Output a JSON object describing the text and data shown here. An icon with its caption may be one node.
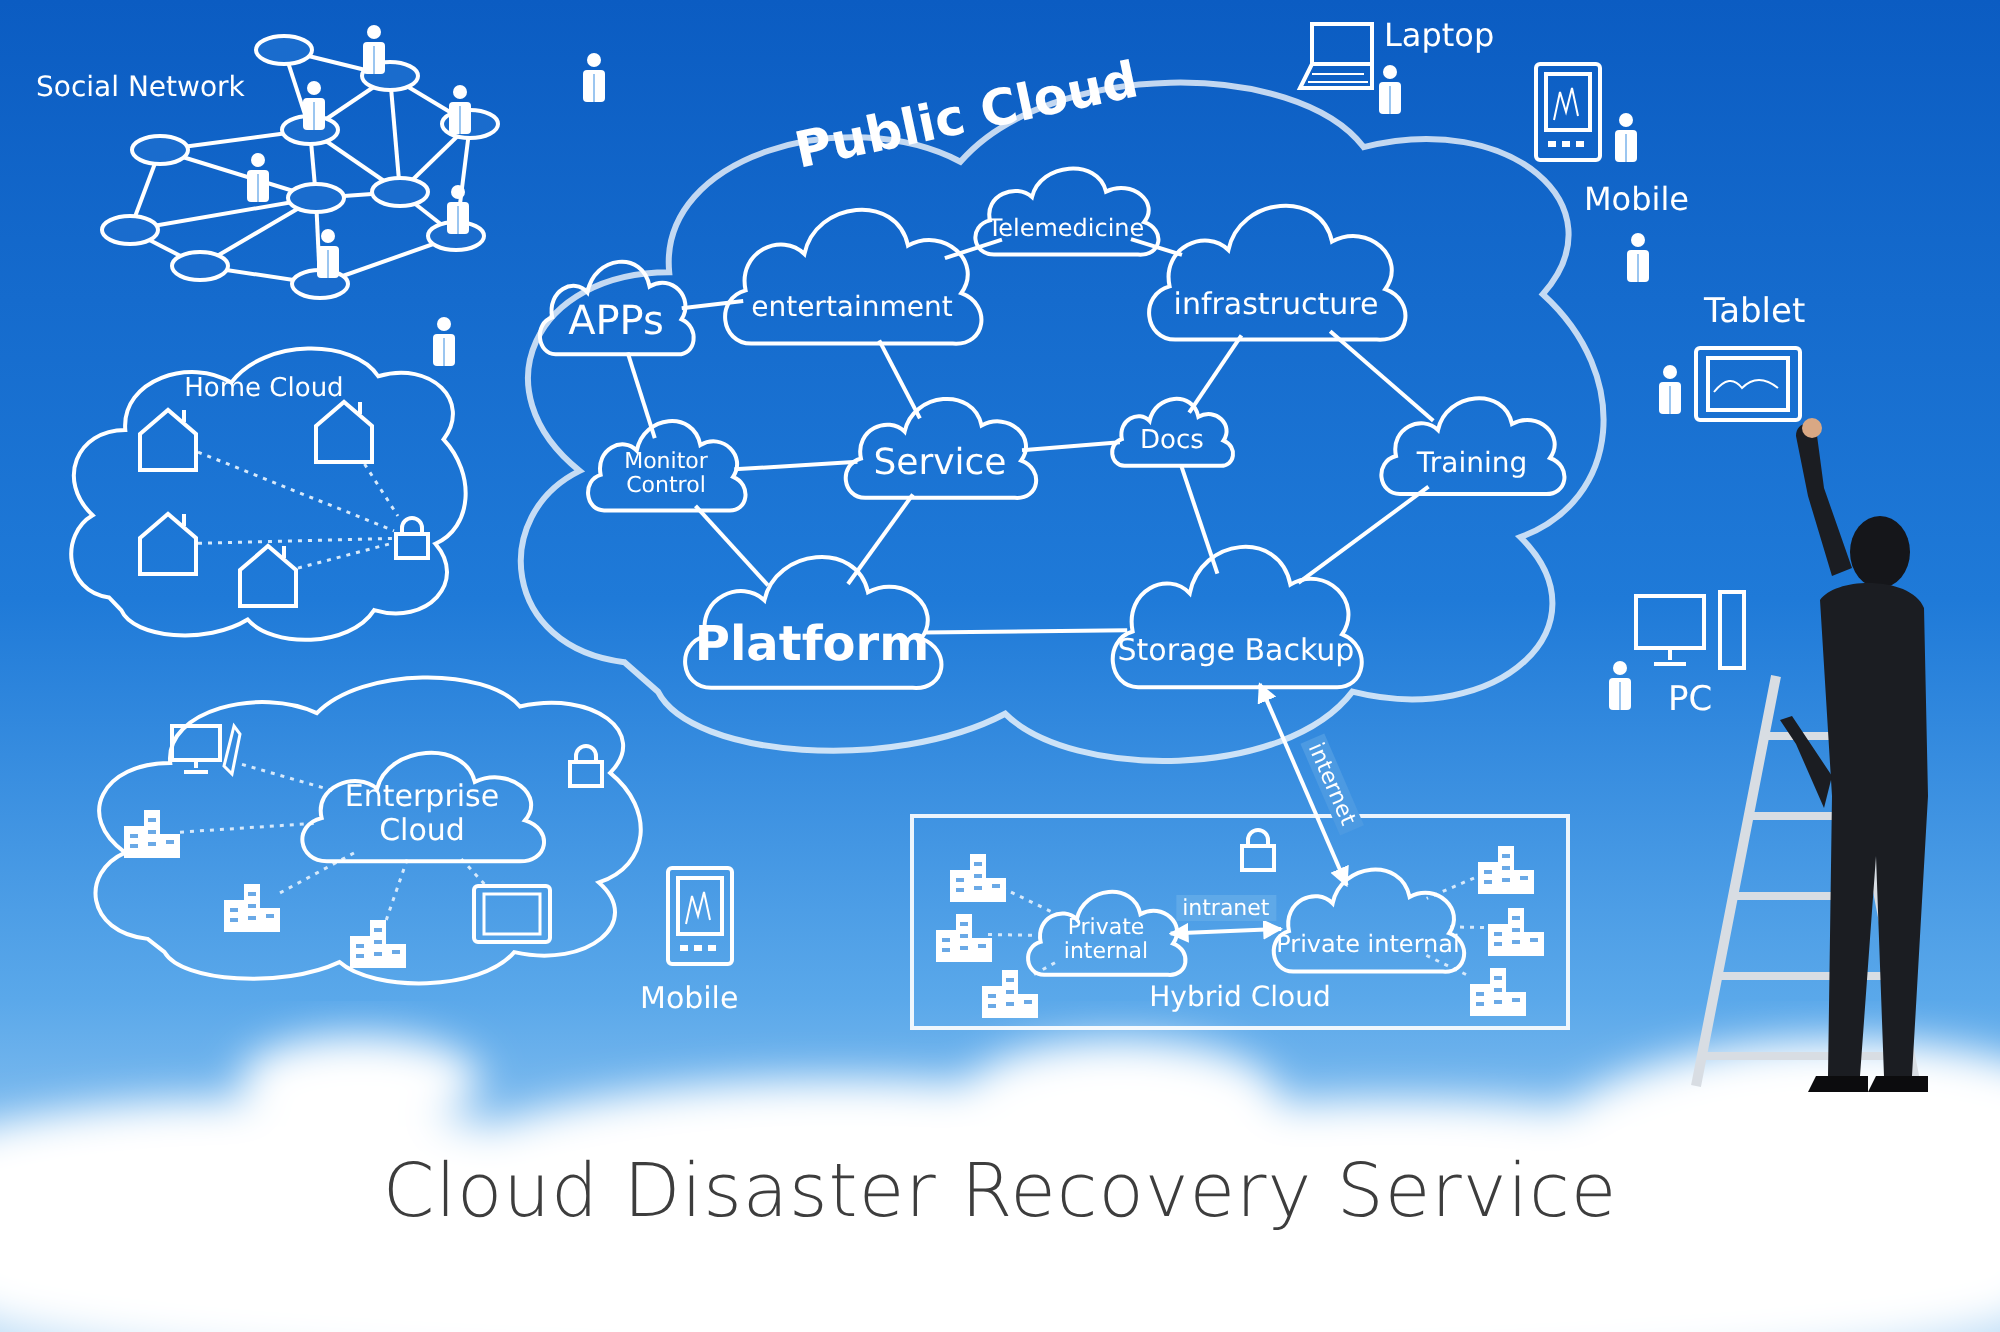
{
  "diagram": {
    "title": "Cloud Disaster Recovery Service",
    "nodes": [
      {
        "text": [
          "Public Cloud"
        ]
      },
      {
        "text": [
          "APPs"
        ],
        "in": 0
      },
      {
        "text": [
          "entertainment"
        ],
        "in": 0
      },
      {
        "text": [
          "Telemedicine"
        ],
        "in": 0
      },
      {
        "text": [
          "infrastructure"
        ],
        "in": 0
      },
      {
        "text": [
          "Monitor Control"
        ],
        "in": 0
      },
      {
        "text": [
          "Service"
        ],
        "in": 0
      },
      {
        "text": [
          "Docs"
        ],
        "in": 0
      },
      {
        "text": [
          "Training"
        ],
        "in": 0
      },
      {
        "text": [
          "Platform"
        ],
        "in": 0
      },
      {
        "text": [
          "Storage Backup"
        ],
        "in": 0
      },
      {
        "text": [
          "Home Cloud"
        ]
      },
      {
        "text": [],
        "shape": "house",
        "in": 11
      },
      {
        "text": [],
        "shape": "house",
        "in": 11
      },
      {
        "text": [],
        "shape": "house",
        "in": 11
      },
      {
        "text": [],
        "shape": "house",
        "in": 11
      },
      {
        "text": [],
        "shape": "lock",
        "in": 11
      },
      {
        "text": [],
        "shape": "cloud"
      },
      {
        "text": [
          "Enterprise Cloud"
        ],
        "in": 17
      },
      {
        "text": [],
        "shape": "computer",
        "in": 17
      },
      {
        "text": [],
        "shape": "building",
        "in": 17
      },
      {
        "text": [],
        "shape": "building",
        "in": 17
      },
      {
        "text": [],
        "shape": "building",
        "in": 17
      },
      {
        "text": [],
        "shape": "tablet",
        "in": 17
      },
      {
        "text": [
          "Hybrid Cloud"
        ]
      },
      {
        "text": [
          "Private internal"
        ],
        "in": 24
      },
      {
        "text": [
          "Private internal"
        ],
        "in": 24
      },
      {
        "text": [],
        "shape": "building",
        "in": 24
      },
      {
        "text": [],
        "shape": "building",
        "in": 24
      },
      {
        "text": [],
        "shape": "building",
        "in": 24
      },
      {
        "text": [],
        "shape": "building",
        "in": 24
      },
      {
        "text": [],
        "shape": "building",
        "in": 24
      },
      {
        "text": [],
        "shape": "building",
        "in": 24
      }
    ],
    "edges": [
      {
        "from": 1,
        "to": 2,
        "arrow": "none"
      },
      {
        "from": 1,
        "to": 5,
        "arrow": "none"
      },
      {
        "from": 2,
        "to": 3,
        "arrow": "none"
      },
      {
        "from": 2,
        "to": 6,
        "arrow": "none"
      },
      {
        "from": 3,
        "to": 4,
        "arrow": "none"
      },
      {
        "from": 4,
        "to": 7,
        "arrow": "none"
      },
      {
        "from": 4,
        "to": 8,
        "arrow": "none"
      },
      {
        "from": 5,
        "to": 6,
        "arrow": "none"
      },
      {
        "from": 5,
        "to": 9,
        "arrow": "none"
      },
      {
        "from": 6,
        "to": 7,
        "arrow": "none"
      },
      {
        "from": 6,
        "to": 9,
        "arrow": "none"
      },
      {
        "from": 7,
        "to": 10,
        "arrow": "none"
      },
      {
        "from": 8,
        "to": 10,
        "arrow": "none"
      },
      {
        "from": 9,
        "to": 10,
        "arrow": "none"
      },
      {
        "from": 10,
        "to": 26,
        "arrow": "both",
        "label": "internet"
      },
      {
        "from": 25,
        "to": 26,
        "arrow": "both",
        "label": "intranet"
      },
      {
        "from": 12,
        "to": 16,
        "arrow": "none",
        "style": "dashed"
      },
      {
        "from": 13,
        "to": 16,
        "arrow": "none",
        "style": "dashed"
      },
      {
        "from": 14,
        "to": 16,
        "arrow": "none",
        "style": "dashed"
      },
      {
        "from": 15,
        "to": 16,
        "arrow": "none",
        "style": "dashed"
      },
      {
        "from": 19,
        "to": 18,
        "arrow": "none",
        "style": "dashed"
      },
      {
        "from": 20,
        "to": 18,
        "arrow": "none",
        "style": "dashed"
      },
      {
        "from": 21,
        "to": 18,
        "arrow": "none",
        "style": "dashed"
      },
      {
        "from": 22,
        "to": 18,
        "arrow": "none",
        "style": "dashed"
      },
      {
        "from": 23,
        "to": 18,
        "arrow": "none",
        "style": "dashed"
      },
      {
        "from": 27,
        "to": 25,
        "arrow": "none",
        "style": "dashed"
      },
      {
        "from": 28,
        "to": 25,
        "arrow": "none",
        "style": "dashed"
      },
      {
        "from": 29,
        "to": 25,
        "arrow": "none",
        "style": "dashed"
      },
      {
        "from": 30,
        "to": 26,
        "arrow": "none",
        "style": "dashed"
      },
      {
        "from": 31,
        "to": 26,
        "arrow": "none",
        "style": "dashed"
      },
      {
        "from": 32,
        "to": 26,
        "arrow": "none",
        "style": "dashed"
      }
    ],
    "labels": [
      "Social Network",
      "Laptop",
      "Mobile",
      "Tablet",
      "PC",
      "Mobile"
    ]
  }
}
